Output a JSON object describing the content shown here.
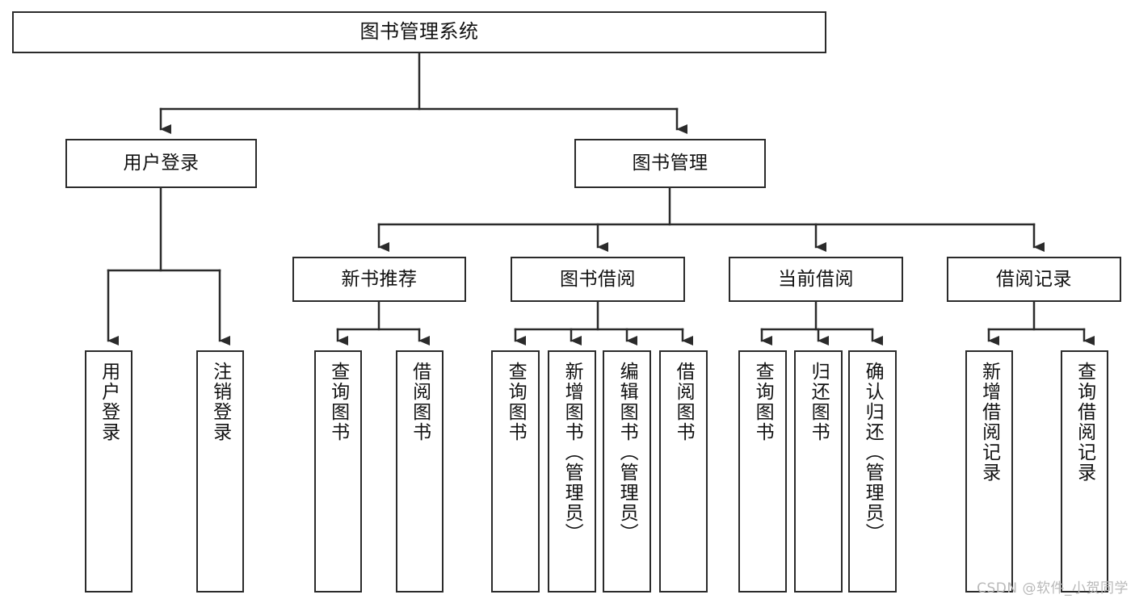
{
  "diagram": {
    "title": "图书管理系统",
    "type": "tree-structure-chart",
    "root": {
      "id": "root",
      "label": "图书管理系统"
    },
    "level2": [
      {
        "id": "user-login",
        "label": "用户登录"
      },
      {
        "id": "book-manage",
        "label": "图书管理"
      }
    ],
    "level3": [
      {
        "id": "new-book-rec",
        "label": "新书推荐",
        "parent": "book-manage"
      },
      {
        "id": "book-borrow",
        "label": "图书借阅",
        "parent": "book-manage"
      },
      {
        "id": "current-borrow",
        "label": "当前借阅",
        "parent": "book-manage"
      },
      {
        "id": "borrow-record",
        "label": "借阅记录",
        "parent": "book-manage"
      }
    ],
    "leaves": [
      {
        "id": "leaf-user-login",
        "label": "用户登录",
        "parent": "user-login"
      },
      {
        "id": "leaf-logout-login",
        "label": "注销登录",
        "parent": "user-login"
      },
      {
        "id": "leaf-query-book-1",
        "label": "查询图书",
        "parent": "new-book-rec"
      },
      {
        "id": "leaf-borrow-book-1",
        "label": "借阅图书",
        "parent": "new-book-rec"
      },
      {
        "id": "leaf-query-book-2",
        "label": "查询图书",
        "parent": "book-borrow"
      },
      {
        "id": "leaf-add-book",
        "label": "新增图书（管理员）",
        "parent": "book-borrow"
      },
      {
        "id": "leaf-edit-book",
        "label": "编辑图书（管理员）",
        "parent": "book-borrow"
      },
      {
        "id": "leaf-borrow-book-2",
        "label": "借阅图书",
        "parent": "book-borrow"
      },
      {
        "id": "leaf-query-book-3",
        "label": "查询图书",
        "parent": "current-borrow"
      },
      {
        "id": "leaf-return-book",
        "label": "归还图书",
        "parent": "current-borrow"
      },
      {
        "id": "leaf-confirm-return",
        "label": "确认归还（管理员）",
        "parent": "current-borrow"
      },
      {
        "id": "leaf-add-record",
        "label": "新增借阅记录",
        "parent": "borrow-record"
      },
      {
        "id": "leaf-query-record",
        "label": "查询借阅记录",
        "parent": "borrow-record"
      }
    ],
    "watermark": "CSDN @软件_小贺同学",
    "colors": {
      "stroke": "#2b2b2b",
      "fill": "#ffffff",
      "text": "#111111",
      "watermark": "#b9b9b9"
    }
  }
}
